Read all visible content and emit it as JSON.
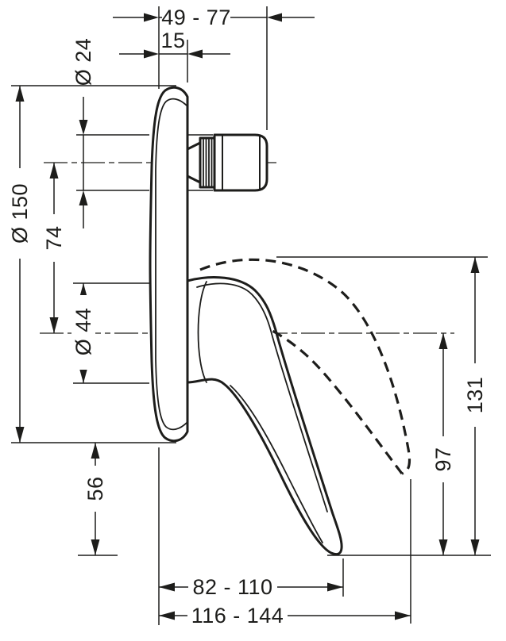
{
  "drawing": {
    "line_color": "#1d1d1b",
    "background_color": "#ffffff",
    "dimensions": {
      "projection_range": "49 - 77",
      "min_projection": "15",
      "connector_diameter": "Ø 24",
      "escutcheon_diameter": "Ø 150",
      "connector_axis_to_handle_axis": "74",
      "handle_hub_diameter": "Ø 44",
      "escutcheon_to_lever_end": "56",
      "lever_total_height": "131",
      "axis_to_lever_end": "97",
      "lever_reach_range": "82 - 110",
      "lever_reach_total_range": "116 - 144"
    }
  }
}
